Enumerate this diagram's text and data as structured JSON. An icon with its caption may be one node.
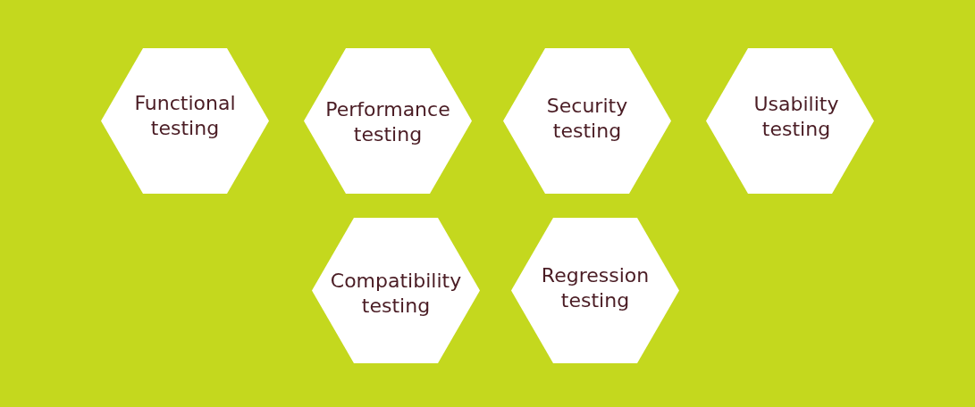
{
  "diagram": {
    "nodes": [
      {
        "text": [
          "Functional testing"
        ]
      },
      {
        "text": [
          "Performance testing"
        ]
      },
      {
        "text": [
          "Security testing"
        ]
      },
      {
        "text": [
          "Usability testing"
        ]
      },
      {
        "text": [
          "Compatibility testing"
        ]
      },
      {
        "text": [
          "Regression testing"
        ]
      }
    ]
  }
}
